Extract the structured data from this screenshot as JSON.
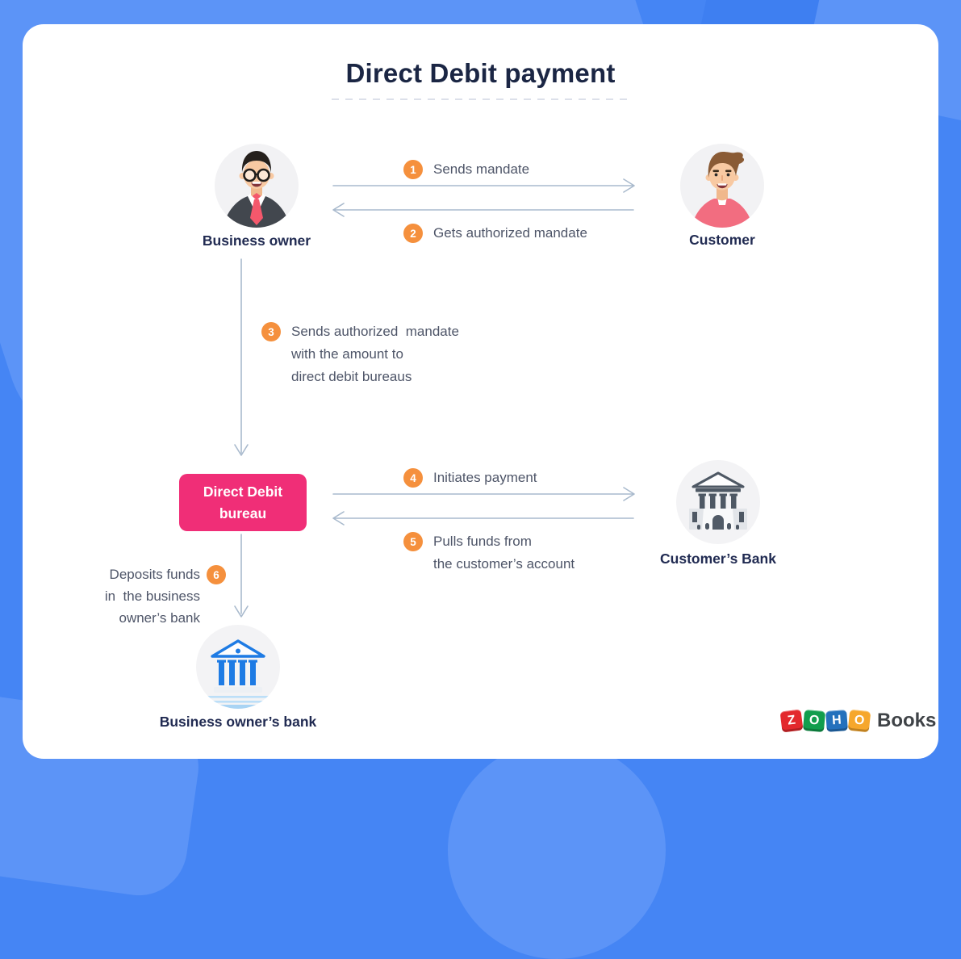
{
  "title": "Direct Debit payment",
  "nodes": {
    "business_owner": "Business owner",
    "customer": "Customer",
    "bureau_line1": "Direct Debit",
    "bureau_line2": "bureau",
    "customers_bank": "Customer’s Bank",
    "business_owners_bank": "Business owner’s bank"
  },
  "steps": [
    {
      "num": "1",
      "lines": [
        "Sends mandate"
      ]
    },
    {
      "num": "2",
      "lines": [
        "Gets authorized mandate"
      ]
    },
    {
      "num": "3",
      "lines": [
        "Sends authorized  mandate",
        "with the amount to",
        "direct debit bureaus"
      ]
    },
    {
      "num": "4",
      "lines": [
        "Initiates payment"
      ]
    },
    {
      "num": "5",
      "lines": [
        "Pulls funds from",
        "the customer’s account"
      ]
    },
    {
      "num": "6",
      "lines": [
        "Deposits funds",
        "in  the business",
        "owner’s bank"
      ]
    }
  ],
  "logo": {
    "tiles": [
      {
        "letter": "Z",
        "color": "#E3292D"
      },
      {
        "letter": "O",
        "color": "#119D4D"
      },
      {
        "letter": "H",
        "color": "#2471BC"
      },
      {
        "letter": "O",
        "color": "#F6A72C"
      }
    ],
    "suffix": "Books"
  },
  "colors": {
    "background": "#4585F4",
    "accent_orange": "#F5903D",
    "accent_pink": "#F02E77",
    "arrow": "#A9BACD",
    "title_text": "#1B2644",
    "step_text": "#4E5568",
    "label_text": "#212B52"
  }
}
